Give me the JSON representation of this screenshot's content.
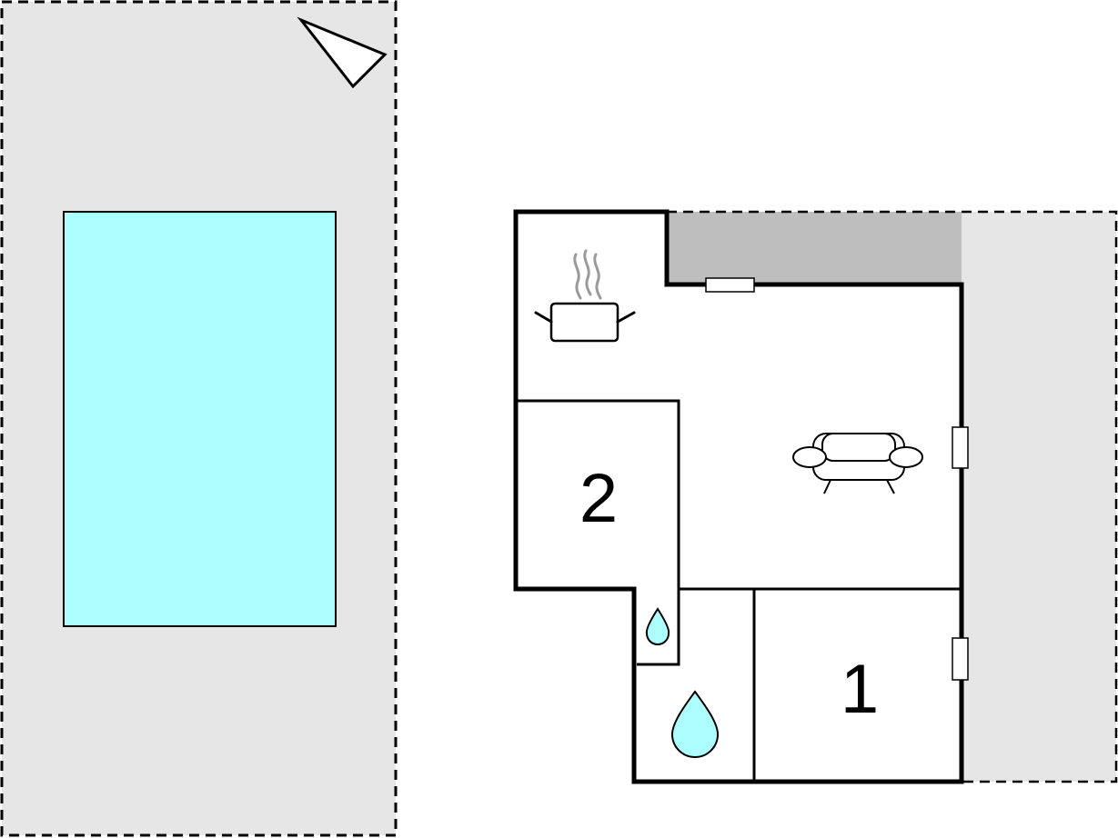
{
  "floorplan": {
    "rooms": [
      {
        "id": "bedroom-2",
        "label": "2"
      },
      {
        "id": "bedroom-1",
        "label": "1"
      }
    ],
    "icons": [
      "north-arrow-icon",
      "kitchen-pot-icon",
      "sofa-icon",
      "water-drop-small-icon",
      "water-drop-large-icon",
      "window-icon"
    ],
    "colors": {
      "garden": "#e6e6e6",
      "pool": "#adffff",
      "covered_terrace": "#bebebe",
      "walls": "#000000",
      "interior": "#ffffff"
    }
  }
}
